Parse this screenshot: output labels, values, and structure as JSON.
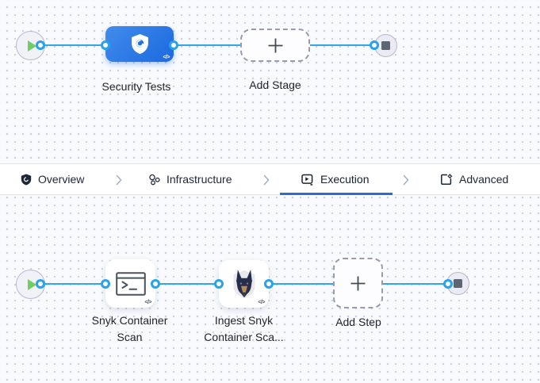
{
  "stage_editor": {
    "stage": {
      "label": "Security Tests",
      "code_badge": "</>"
    },
    "add_stage": {
      "label": "Add Stage"
    }
  },
  "tab_bar": {
    "tabs": [
      {
        "label": "Overview",
        "active": false
      },
      {
        "label": "Infrastructure",
        "active": false
      },
      {
        "label": "Execution",
        "active": true
      },
      {
        "label": "Advanced",
        "active": false
      }
    ]
  },
  "step_editor": {
    "steps": [
      {
        "label": "Snyk Container Scan",
        "code_badge": "</>"
      },
      {
        "label": "Ingest Snyk Container Sca...",
        "code_badge": "</>"
      }
    ],
    "add_step": {
      "label": "Add Step"
    }
  },
  "colors": {
    "accent_blue": "#2a6bd2",
    "connector_blue": "#31a6e9",
    "stage_blue": "#1f6fe3",
    "play_green": "#6fce62"
  }
}
